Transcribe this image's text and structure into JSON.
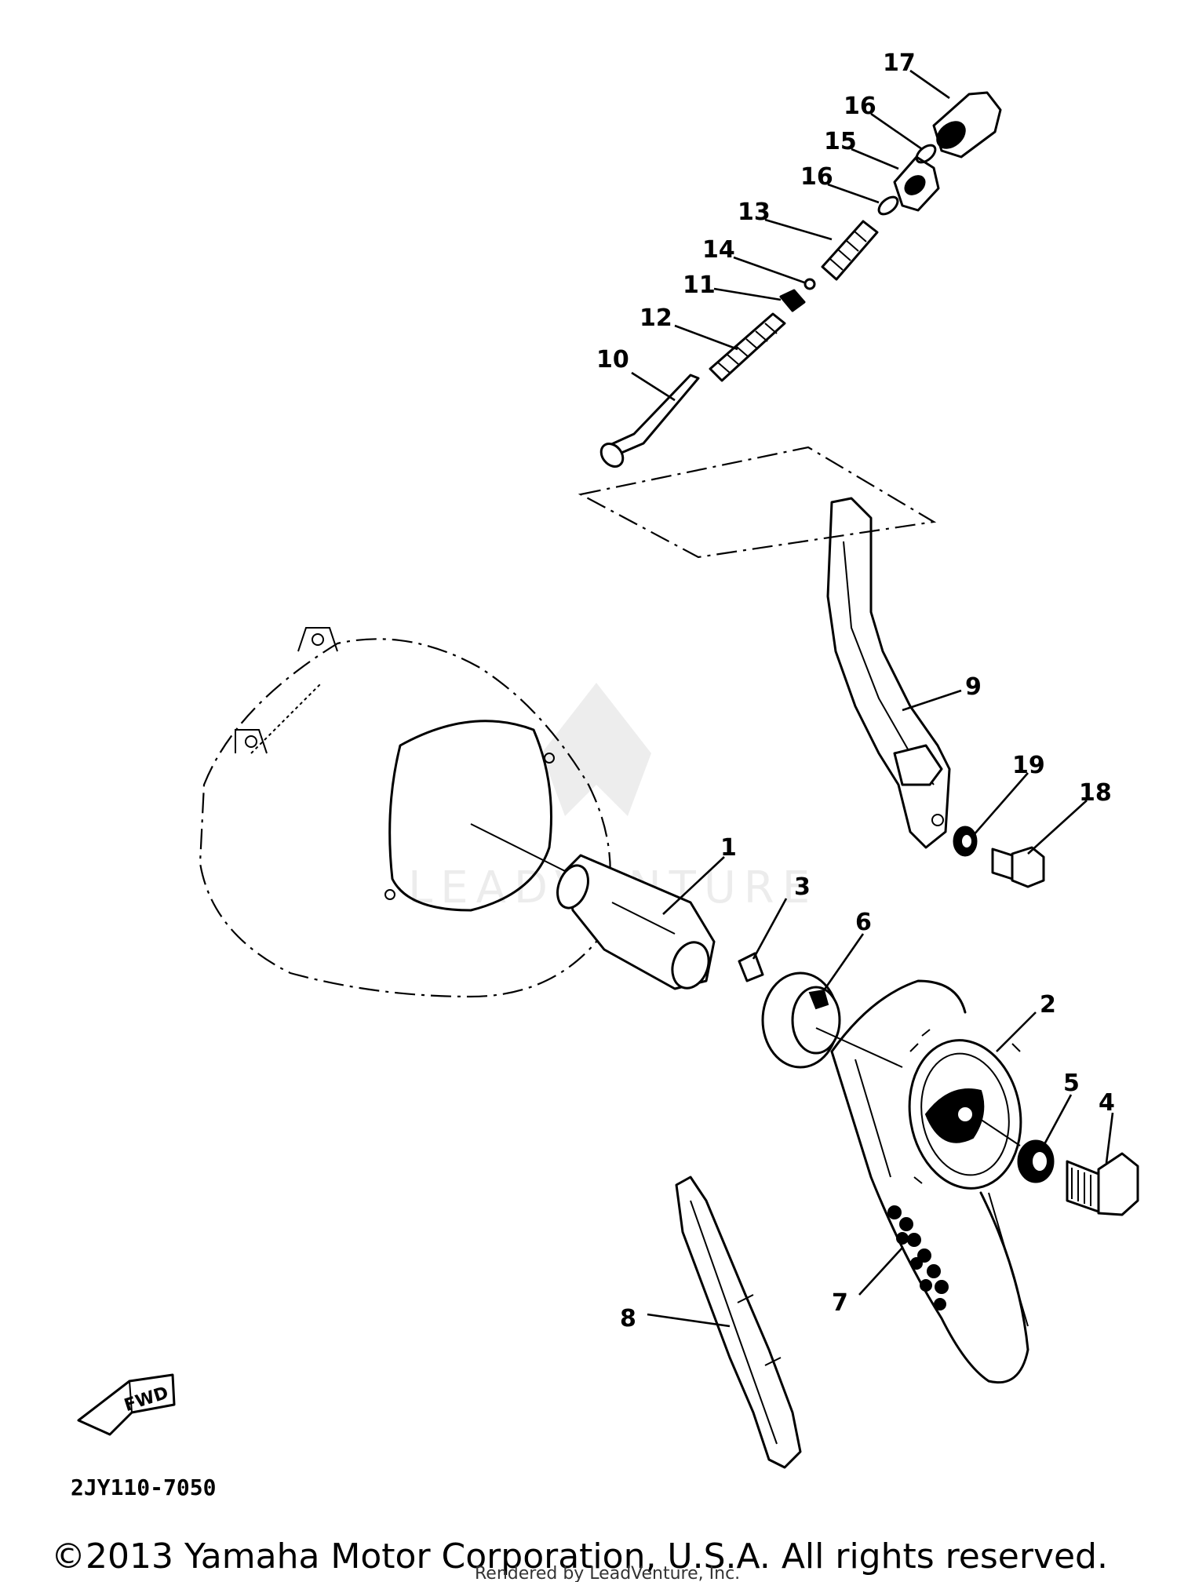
{
  "callouts": {
    "p1": "1",
    "p2": "2",
    "p3": "3",
    "p4": "4",
    "p5": "5",
    "p6": "6",
    "p7": "7",
    "p8": "8",
    "p9": "9",
    "p10": "10",
    "p11": "11",
    "p12": "12",
    "p13": "13",
    "p14": "14",
    "p15": "15",
    "p16a": "16",
    "p16b": "16",
    "p17": "17",
    "p18": "18",
    "p19": "19"
  },
  "fwd_label": "FWD",
  "diagram_code": "2JY110-7050",
  "copyright": "©2013 Yamaha Motor Corporation, U.S.A. All rights reserved.",
  "rendered_by": "Rendered by LeadVenture, Inc.",
  "watermark_text": "LEADVENTURE"
}
